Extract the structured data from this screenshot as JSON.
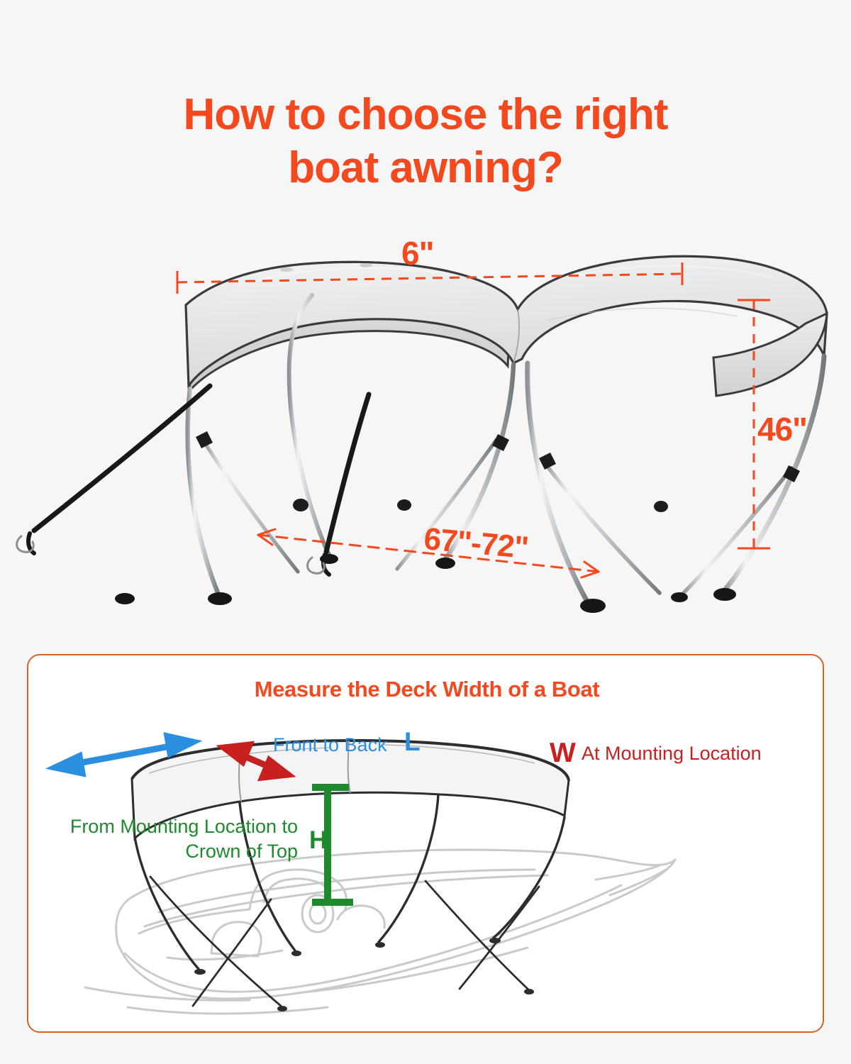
{
  "page": {
    "background_color": "#f6f6f6",
    "accent_color": "#f4491f",
    "panel_border_color": "#d2642a",
    "blue_color": "#2b8fe0",
    "red_color": "#c8201f",
    "green_color": "#1e8a2e"
  },
  "title": {
    "line1": "How to choose the right",
    "line2": "boat awning?"
  },
  "hero": {
    "product_name": "boat-bimini-top",
    "canopy_color": "#e6e7e8",
    "trim_color": "#2b2b2b",
    "frame_color": "#b9bcc0",
    "dimensions": {
      "width": "6\"",
      "height": "46\"",
      "depth": "67\"-72\""
    }
  },
  "deck_panel": {
    "title": "Measure the Deck Width of a Boat",
    "annotations": {
      "length_text": "Front to Back",
      "length_letter": "L",
      "width_letter": "W",
      "width_text": "At Mounting Location",
      "height_text": "From Mounting Location to Crown of Top",
      "height_letter": "H"
    }
  }
}
